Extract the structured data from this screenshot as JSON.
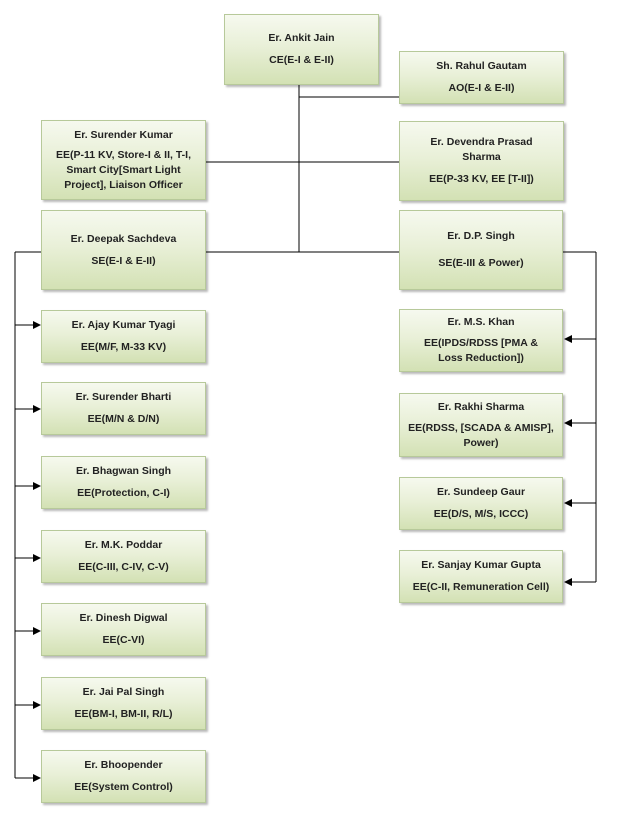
{
  "nodes": {
    "ceo": {
      "name": "Er. Ankit Jain",
      "role": "CE(E-I & E-II)"
    },
    "ao": {
      "name": "Sh. Rahul Gautam",
      "role": "AO(E-I & E-II)"
    },
    "surender": {
      "name": "Er. Surender Kumar",
      "role": "EE(P-11 KV, Store-I & II, T-I, Smart City[Smart Light Project], Liaison Officer"
    },
    "devendra": {
      "name": "Er. Devendra Prasad Sharma",
      "role": "EE(P-33 KV, EE [T-II])"
    },
    "deepak": {
      "name": "Er. Deepak Sachdeva",
      "role": "SE(E-I & E-II)"
    },
    "dpsingh": {
      "name": "Er. D.P. Singh",
      "role": "SE(E-III & Power)"
    },
    "ajay": {
      "name": "Er. Ajay Kumar Tyagi",
      "role": "EE(M/F, M-33 KV)"
    },
    "bharti": {
      "name": "Er. Surender Bharti",
      "role": "EE(M/N & D/N)"
    },
    "bhagwan": {
      "name": "Er. Bhagwan Singh",
      "role": "EE(Protection, C-I)"
    },
    "poddar": {
      "name": "Er. M.K. Poddar",
      "role": "EE(C-III, C-IV, C-V)"
    },
    "digwal": {
      "name": "Er. Dinesh Digwal",
      "role": "EE(C-VI)"
    },
    "jaipal": {
      "name": "Er. Jai Pal Singh",
      "role": "EE(BM-I, BM-II, R/L)"
    },
    "bhoopender": {
      "name": "Er. Bhoopender",
      "role": "EE(System Control)"
    },
    "khan": {
      "name": "Er. M.S. Khan",
      "role": "EE(IPDS/RDSS [PMA & Loss Reduction])"
    },
    "rakhi": {
      "name": "Er. Rakhi Sharma",
      "role": "EE(RDSS, [SCADA & AMISP], Power)"
    },
    "sundeep": {
      "name": "Er. Sundeep Gaur",
      "role": "EE(D/S, M/S, ICCC)"
    },
    "sanjay": {
      "name": "Er. Sanjay Kumar Gupta",
      "role": "EE(C-II, Remuneration Cell)"
    }
  }
}
